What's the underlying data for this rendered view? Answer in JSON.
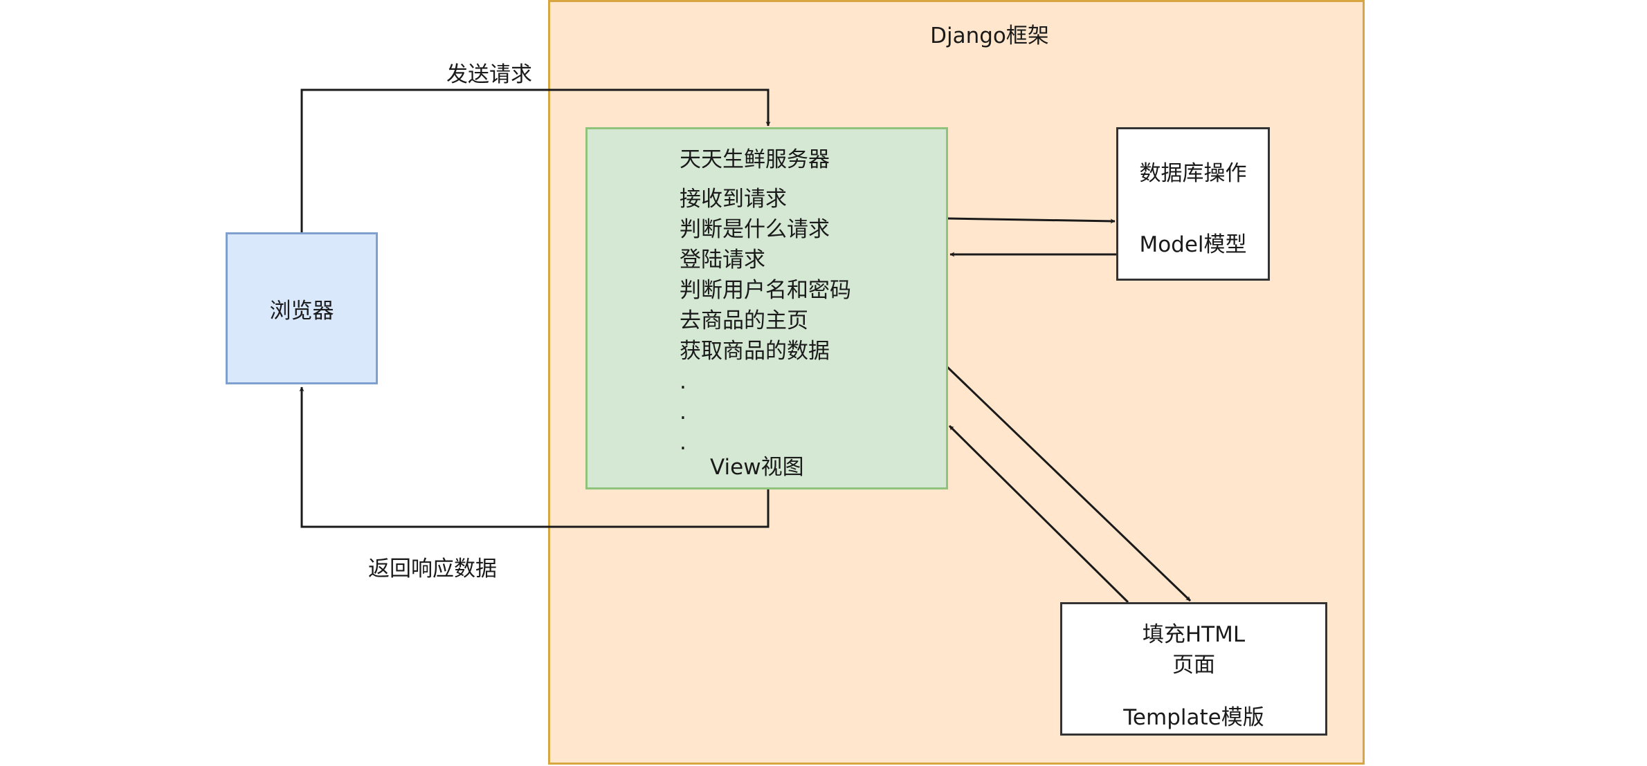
{
  "frame": {
    "title": "Django框架"
  },
  "browser": {
    "label": "浏览器"
  },
  "server": {
    "title": "天天生鲜服务器",
    "lines": [
      "接收到请求",
      "判断是什么请求",
      "登陆请求",
      "判断用户名和密码",
      "去商品的主页",
      "获取商品的数据",
      ".",
      ".",
      "."
    ],
    "view_label": "View视图"
  },
  "model": {
    "top_label": "数据库操作",
    "bottom_label": "Model模型"
  },
  "template": {
    "line1": "填充HTML",
    "line2": "页面",
    "line3": "Template模版"
  },
  "edges": {
    "send_label": "发送请求",
    "return_label": "返回响应数据"
  },
  "colors": {
    "frame_fill": "#ffe6cc",
    "frame_border": "#d8a640",
    "server_fill": "#d5e8d4",
    "server_border": "#8fc27a",
    "browser_fill": "#dae8fc",
    "browser_border": "#7f9fcf",
    "edge": "#1a1a1a"
  }
}
